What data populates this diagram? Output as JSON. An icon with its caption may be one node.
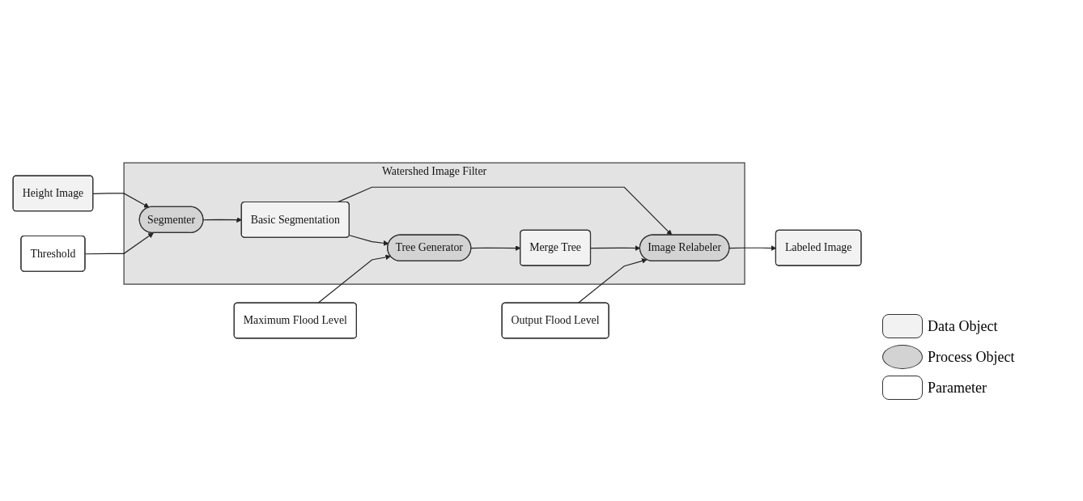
{
  "diagram": {
    "nodes": [
      {
        "text": [
          "Watershed Image Filter"
        ]
      },
      {
        "text": [
          "Height Image"
        ]
      },
      {
        "text": [
          "Segmenter"
        ],
        "in": 0
      },
      {
        "text": [
          "Basic Segmentation"
        ],
        "in": 0
      },
      {
        "text": [
          "Image Relabeler"
        ],
        "in": 0
      },
      {
        "text": [
          "Output Flood Level"
        ]
      },
      {
        "text": [
          "Labeled Image"
        ]
      },
      {
        "text": [
          "Threshold"
        ]
      },
      {
        "text": [
          "Tree Generator"
        ],
        "in": 0
      },
      {
        "text": [
          "Merge Tree"
        ],
        "in": 0
      },
      {
        "text": [
          "Maximum Flood Level"
        ]
      }
    ],
    "edges": [
      {
        "from": 1,
        "to": 2,
        "arrow": "to"
      },
      {
        "from": 2,
        "to": 3,
        "arrow": "to"
      },
      {
        "from": 3,
        "to": 4,
        "arrow": "to"
      },
      {
        "from": 4,
        "to": 6,
        "arrow": "to"
      },
      {
        "from": 5,
        "to": 4,
        "arrow": "to"
      },
      {
        "from": 7,
        "to": 2,
        "arrow": "to"
      },
      {
        "from": 3,
        "to": 8,
        "arrow": "to"
      },
      {
        "from": 8,
        "to": 9,
        "arrow": "to"
      },
      {
        "from": 9,
        "to": 4,
        "arrow": "to"
      },
      {
        "from": 10,
        "to": 8,
        "arrow": "to"
      }
    ],
    "legend": [
      {
        "text": "Data Object"
      },
      {
        "text": "Process Object"
      },
      {
        "text": "Parameter"
      }
    ]
  }
}
